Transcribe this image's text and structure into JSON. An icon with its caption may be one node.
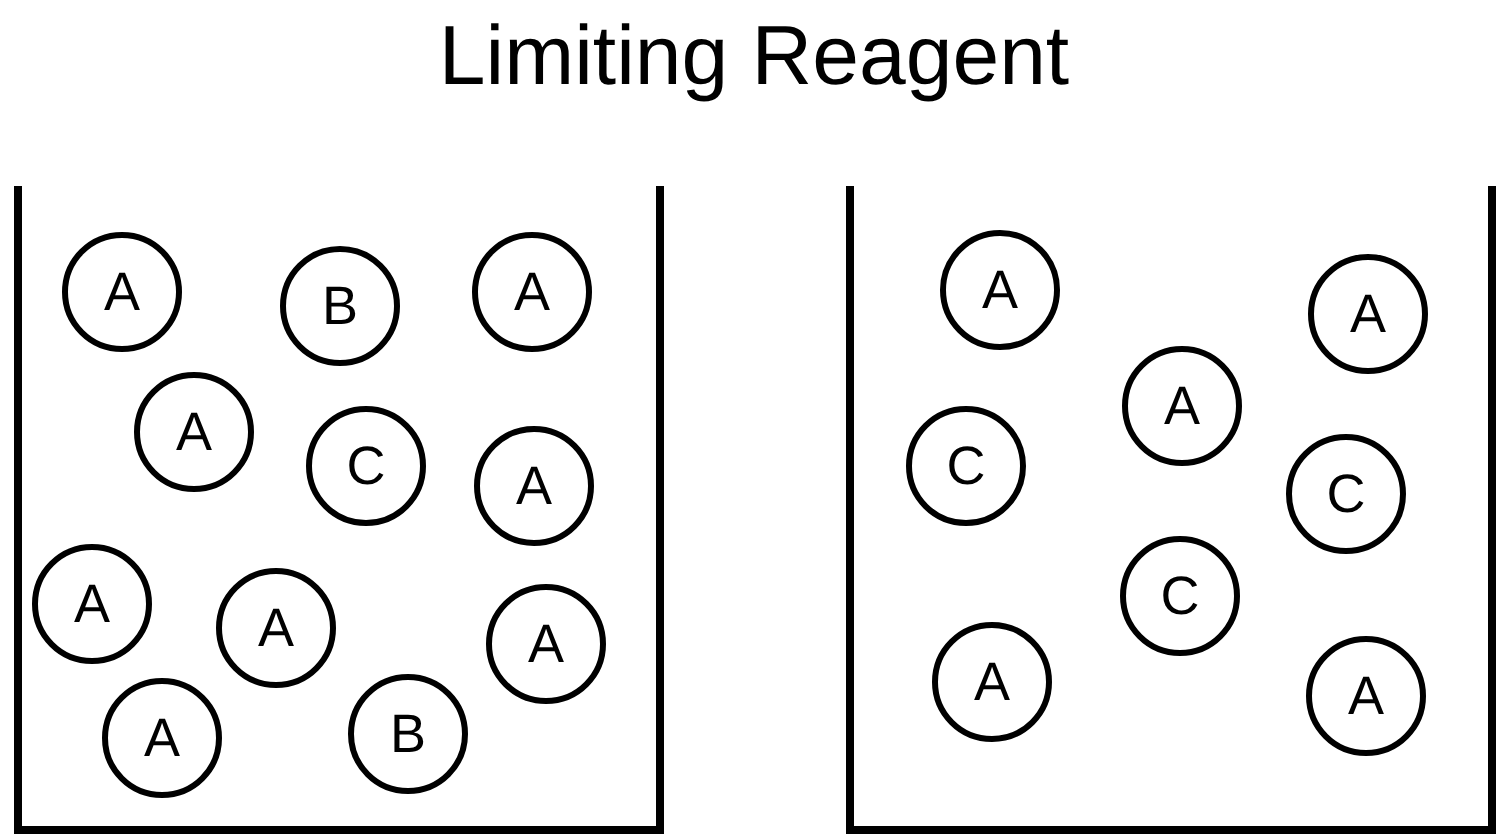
{
  "diagram": {
    "title": "Limiting Reagent",
    "nodes": [
      {
        "text": [],
        "shape": "box"
      },
      {
        "text": [
          "A"
        ],
        "in": 0
      },
      {
        "text": [
          "B"
        ],
        "in": 0
      },
      {
        "text": [
          "A"
        ],
        "in": 0
      },
      {
        "text": [
          "A"
        ],
        "in": 0
      },
      {
        "text": [
          "C"
        ],
        "in": 0
      },
      {
        "text": [
          "A"
        ],
        "in": 0
      },
      {
        "text": [
          "A"
        ],
        "in": 0
      },
      {
        "text": [
          "A"
        ],
        "in": 0
      },
      {
        "text": [
          "A"
        ],
        "in": 0
      },
      {
        "text": [
          "A"
        ],
        "in": 0
      },
      {
        "text": [
          "B"
        ],
        "in": 0
      },
      {
        "text": [],
        "shape": "box"
      },
      {
        "text": [
          "A"
        ],
        "in": 12
      },
      {
        "text": [
          "A"
        ],
        "in": 12
      },
      {
        "text": [
          "A"
        ],
        "in": 12
      },
      {
        "text": [
          "C"
        ],
        "in": 12
      },
      {
        "text": [
          "C"
        ],
        "in": 12
      },
      {
        "text": [
          "C"
        ],
        "in": 12
      },
      {
        "text": [
          "A"
        ],
        "in": 12
      },
      {
        "text": [
          "A"
        ],
        "in": 12
      }
    ]
  }
}
